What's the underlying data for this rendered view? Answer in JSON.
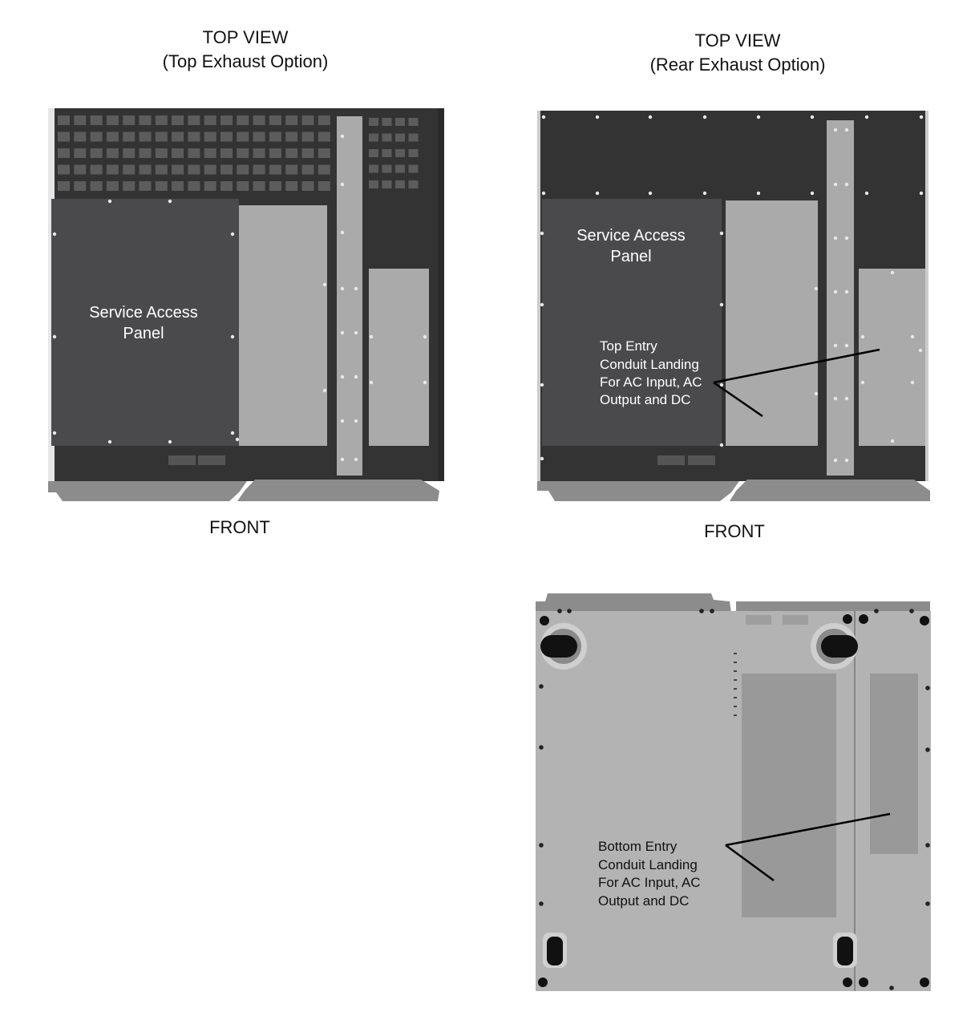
{
  "views": {
    "top_exhaust": {
      "title_line1": "TOP VIEW",
      "title_line2": "(Top Exhaust Option)",
      "service_panel_line1": "Service Access",
      "service_panel_line2": "Panel",
      "front_label": "FRONT"
    },
    "rear_exhaust": {
      "title_line1": "TOP VIEW",
      "title_line2": "(Rear Exhaust Option)",
      "service_panel_line1": "Service Access",
      "service_panel_line2": "Panel",
      "callout_lines": [
        "Top Entry",
        "Conduit Landing",
        "For AC Input, AC",
        "Output and DC"
      ],
      "front_label": "FRONT"
    },
    "bottom": {
      "callout_lines": [
        "Bottom Entry",
        "Conduit Landing",
        "For AC Input, AC",
        "Output and DC"
      ]
    }
  },
  "colors": {
    "dark_panel": "#333333",
    "service_panel": "#4a4a4d",
    "light_panel": "#aaaaaa",
    "bottom_plate": "#b3b3b3",
    "bottom_conduit": "#999999",
    "footer_gray": "#8c8c8c"
  }
}
